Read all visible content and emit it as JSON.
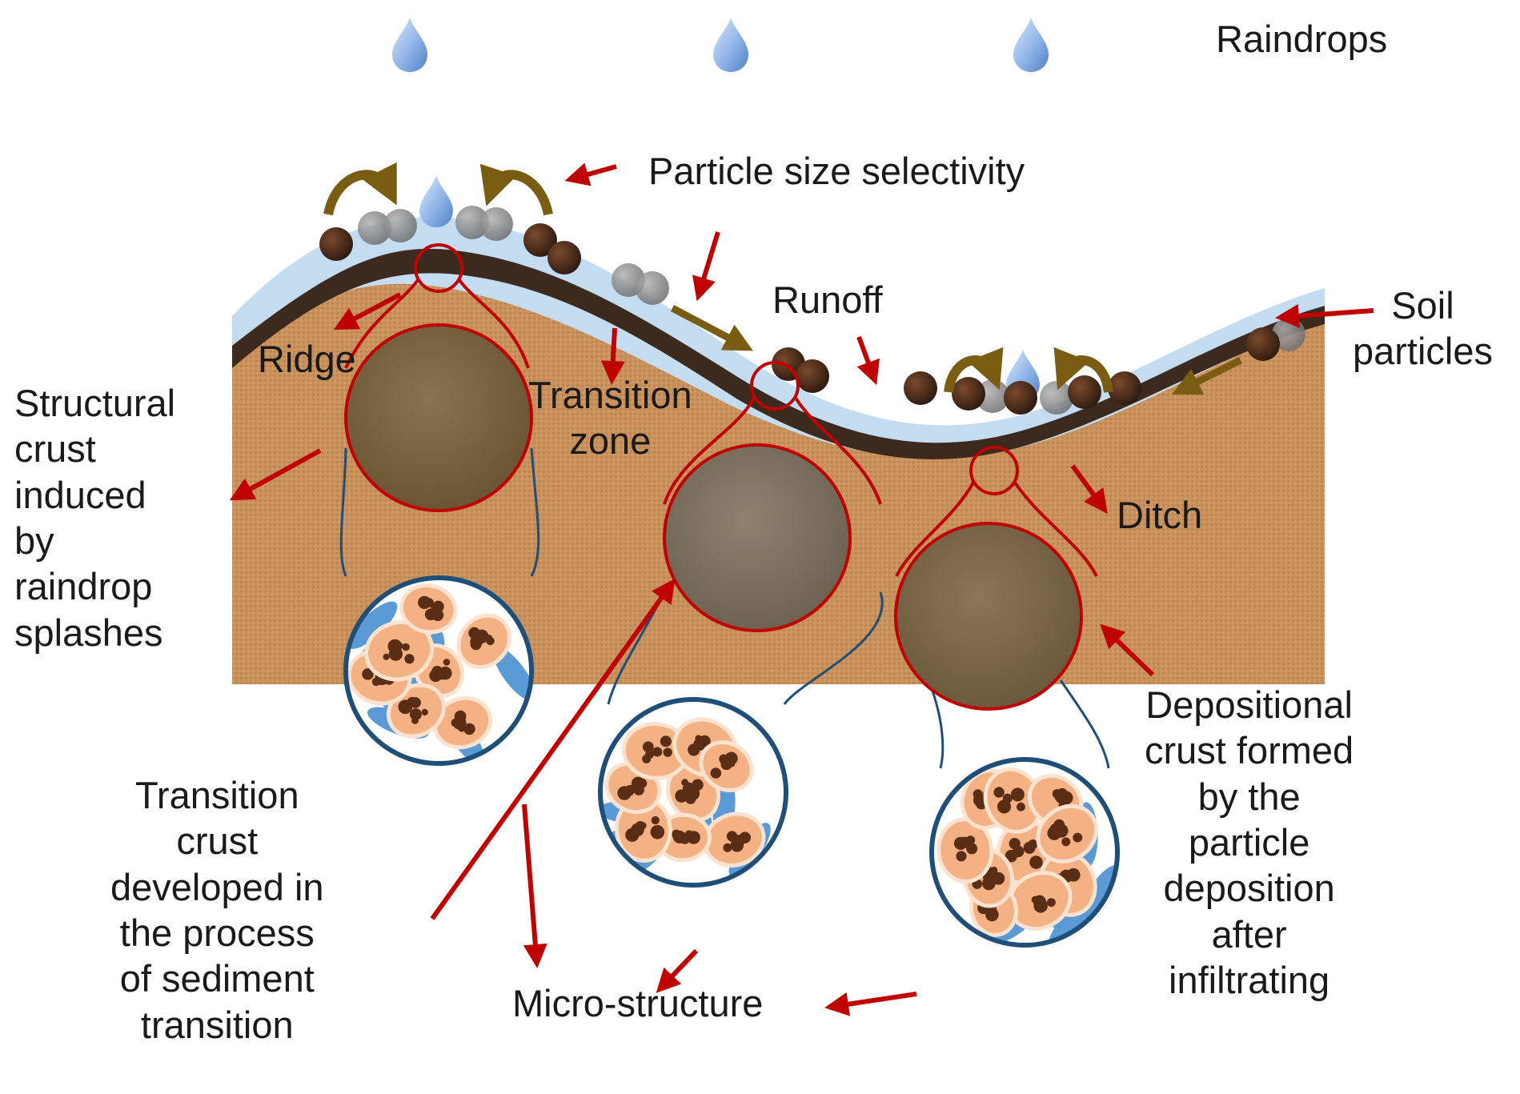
{
  "labels": {
    "raindrops": "Raindrops",
    "particle_size_selectivity": "Particle size selectivity",
    "runoff": "Runoff",
    "soil_particles": "Soil\nparticles",
    "ridge": "Ridge",
    "transition_zone": "Transition\nzone",
    "ditch": "Ditch",
    "structural_crust": "Structural\ncrust\ninduced\nby\nraindrop\nsplashes",
    "transition_crust": "Transition\ncrust\ndeveloped in\nthe process\nof sediment\ntransition",
    "micro_structure": "Micro-structure",
    "depositional_crust": "Depositional\ncrust formed\nby the\nparticle\ndeposition\nafter\ninfiltrating"
  },
  "colors": {
    "soil": "#c9915c",
    "crust_layer": "#3d2a1f",
    "water_film": "#c4dcf0",
    "arrow_red": "#c00000",
    "flow_arrow": "#7a5c12",
    "zoom_outline": "#c00000",
    "micro_outline": "#1f4e79",
    "aggregate": "#f4b183",
    "pore_water": "#5b9bd5",
    "particle": "#5a2e14"
  },
  "icons": [
    "raindrop-icon",
    "soil-particle-icon",
    "splash-arrow-icon",
    "flow-arrow-icon"
  ]
}
